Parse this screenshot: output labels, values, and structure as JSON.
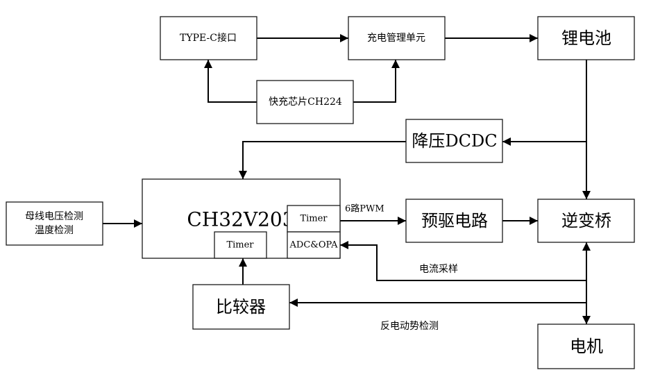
{
  "nodes": {
    "typec": "TYPE-C接口",
    "charge_mgmt": "充电管理单元",
    "battery": "锂电池",
    "fast_charge": "快充芯片CH224",
    "buck": "降压DCDC",
    "mcu": "CH32V203",
    "mcu_timer_pwm": "Timer",
    "mcu_adc": "ADC&OPA",
    "mcu_timer_cmp": "Timer",
    "sensing_line1": "母线电压检测",
    "sensing_line2": "温度检测",
    "predriver": "预驱电路",
    "inverter": "逆变桥",
    "comparator": "比较器",
    "motor": "电机"
  },
  "edge_labels": {
    "pwm": "6路PWM",
    "current": "电流采样",
    "bemf": "反电动势检测"
  }
}
